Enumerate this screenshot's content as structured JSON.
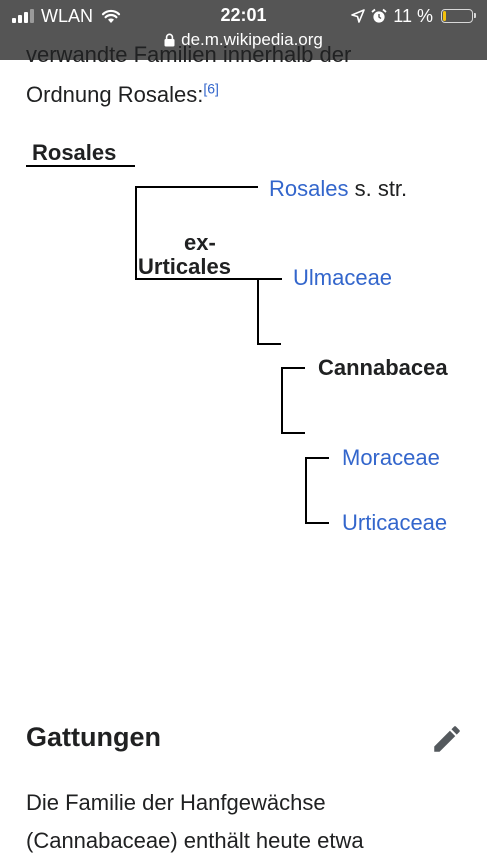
{
  "status_bar": {
    "carrier": "WLAN",
    "time": "22:01",
    "battery_label": "11 %",
    "battery_level": 0.11,
    "battery_color": "#f4c20d",
    "url": "de.m.wikipedia.org",
    "icons": [
      "signal-icon",
      "wifi-icon",
      "location-arrow-icon",
      "alarm-icon",
      "battery-icon",
      "lock-icon"
    ]
  },
  "article": {
    "cut_line": "verwandte Familien innerhalb der",
    "intro_text": "Ordnung Rosales:",
    "citation": "[6]"
  },
  "cladogram": {
    "root": "Rosales",
    "clade_line1": "ex-",
    "clade_line2": "Urticales",
    "taxa": {
      "rosales_link": "Rosales",
      "rosales_suffix": " s. str.",
      "ulmaceae": "Ulmaceae",
      "cannabaceae": "Cannabacea",
      "moraceae": "Moraceae",
      "urticaceae": "Urticaceae"
    },
    "link_color": "#3366cc"
  },
  "section": {
    "title": "Gattungen",
    "edit_icon": "pencil-icon",
    "paragraph_line1": "Die Familie der Hanfgewächse",
    "paragraph_line2": "(Cannabaceae) enthält heute etwa"
  }
}
